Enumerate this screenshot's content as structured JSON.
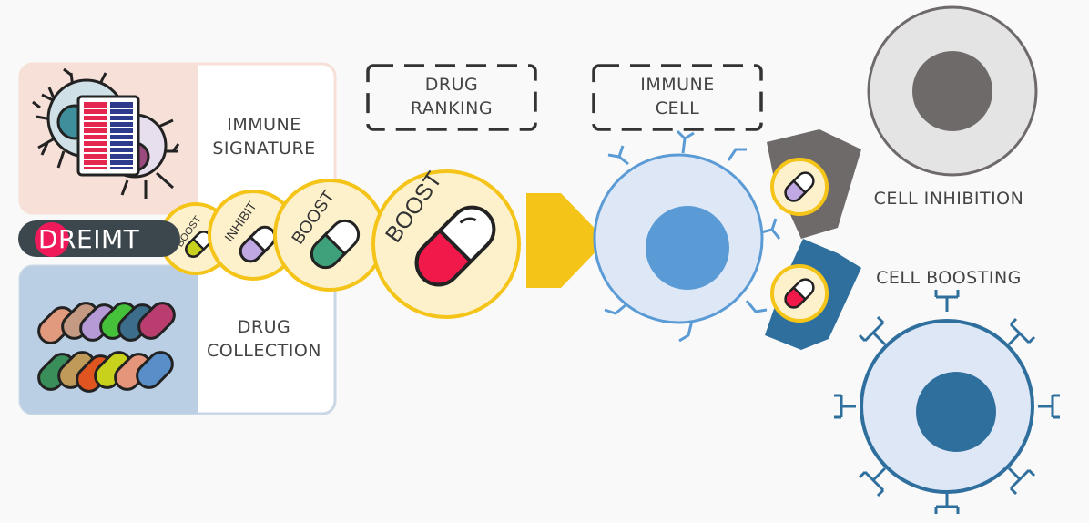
{
  "brand": {
    "part1": "DR",
    "part2": "EIMT"
  },
  "panels": {
    "signature": "IMMUNE\nSIGNATURE",
    "collection": "DRUG\nCOLLECTION"
  },
  "boxes": {
    "ranking": "DRUG\nRANKING",
    "immune_cell": "IMMUNE\nCELL"
  },
  "badges": [
    "BOOST",
    "INHIBIT",
    "BOOST",
    "BOOST"
  ],
  "outcomes": {
    "inhibition": "CELL INHIBITION",
    "boosting": "CELL BOOSTING"
  },
  "colors": {
    "accent": "#f0195a",
    "yellow": "#f5c419",
    "boost_blue": "#2f6f9e",
    "inhibit_gray": "#6e6a69",
    "cell_blue": "#5b9bd5"
  }
}
